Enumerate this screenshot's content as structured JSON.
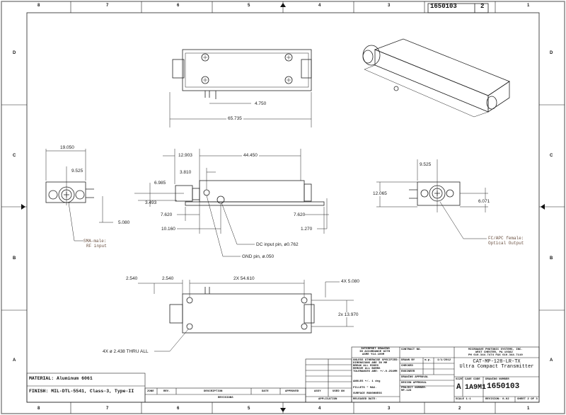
{
  "corner_box": {
    "drawing_number": "1650103",
    "sheet": "2"
  },
  "zones": {
    "columns": [
      "8",
      "7",
      "6",
      "5",
      "4",
      "3",
      "2",
      "1"
    ],
    "rows": [
      "D",
      "C",
      "B",
      "A"
    ]
  },
  "views": {
    "top": {
      "dims": {
        "length": "65.735",
        "pin_offset": "4.750"
      }
    },
    "left_end": {
      "dims": {
        "width": "19.050",
        "center": "9.525",
        "pin_height": "5.080"
      },
      "callout": [
        "SMA-male:",
        "RF input"
      ]
    },
    "front": {
      "dims": {
        "connector": "12.903",
        "body": "44.450",
        "pin_x": "3.810",
        "height1": "6.985",
        "height2": "3.493",
        "flange_left": "7.620",
        "flange_right": "7.620",
        "pin2_x": "10.160",
        "base_thickness": "1.270"
      },
      "callouts": {
        "dc_pin": "DC input pin, ø0.762",
        "gnd_pin": "GND pin, ø.050"
      }
    },
    "right_end": {
      "dims": {
        "center": "9.525",
        "height": "12.065",
        "axis_height": "6.071"
      },
      "callout": [
        "FC/APC female:",
        "Optical Output"
      ]
    },
    "bottom": {
      "dims": {
        "edge1": "2.540",
        "edge2": "2.540",
        "hole_spacing": "2X 54.610",
        "hole_dia_slot": "4X 5.080",
        "hole_spacing_y": "2x 13.970"
      },
      "callout": "4X ø 2.438 THRU ALL"
    }
  },
  "material_block": {
    "material": "MATERIAL: Aluminum 6061",
    "finish": "FINISH: MIL-DTL-5541, Class-3, Type-II"
  },
  "revisions": {
    "headers": [
      "ZONE",
      "REV.",
      "DESCRIPTION",
      "DATE",
      "APPROVED"
    ],
    "title": "REVISIONS"
  },
  "application": {
    "headers": [
      "ASSY",
      "USED ON"
    ],
    "title": "APPLICATION"
  },
  "notes": {
    "interpret": [
      "INTERPRET DRAWING",
      "IN ACCORDANCE WITH",
      "ASME Y14.100M"
    ],
    "unless": [
      "UNLESS OTHERWISE SPECIFIED:",
      "DIMENSIONS ARE IN MM",
      "BREAK ALL EDGES",
      "REMOVE ALL BURRS",
      "TOLERANCES ARE: +/-0.254MM"
    ],
    "angles": "ANGLES +/- 1 deg",
    "fillets": "FILLETS \" MAX.",
    "surface": "SURFACE ROUGHNESS",
    "released": "RELEASED DATE:"
  },
  "approvals": {
    "contract": "CONTRACT NO.",
    "drawn_by_label": "DRAWN BY",
    "drawn_by": "m.p.",
    "drawn_date": "1/1/2012",
    "checked": "CHECKED",
    "engineer": "ENGINEER",
    "drawing_approval": "DRAWING APPROVAL",
    "design_approval": "DESIGN APPROVAL",
    "project_label": "PROJECT NUMBER:",
    "project": "MP-128"
  },
  "title_block": {
    "company": [
      "MICROWAVE PHOTONIC SYSTEMS, INC.",
      "WEST CHESTER, PA 19382",
      "PH 610.344.7474 FAX 610.344.7110"
    ],
    "part": "CAT-MP-128-LR-TX",
    "title": "Ultra Compact Transmitter",
    "size_label": "SIZE",
    "size": "A",
    "cage_label": "CAGE CODE",
    "cage": "1A9M1",
    "dwg_label": "DRAWING NUMBER",
    "dwg": "1650103",
    "scale": "SCALE  1:1",
    "revision": "REVISION: 0-02",
    "sheet": "SHEET 2 OF 3"
  }
}
